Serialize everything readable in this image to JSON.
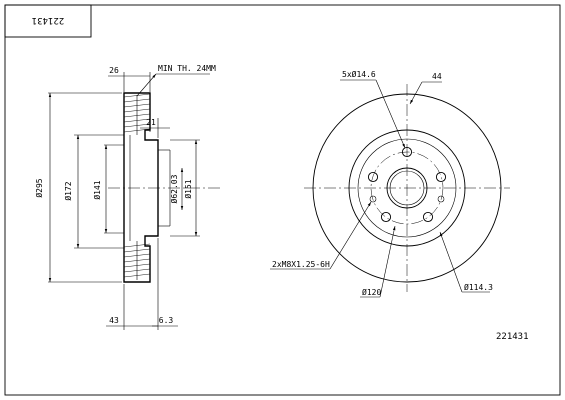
{
  "title_box": {
    "text": "221431"
  },
  "part_number": "221431",
  "side_view": {
    "thickness_label": "26",
    "min_thickness_label": "MIN TH. 24MM",
    "hat_label": "21",
    "dia_outer_label": "Ø295",
    "dia_172_label": "Ø172",
    "dia_141_label": "Ø141",
    "dia_62_label": "Ø62.03",
    "dia_151_label": "Ø151",
    "height_label": "43",
    "hub_label": "6.3"
  },
  "front_view": {
    "bolt_holes_label": "5xØ14.6",
    "vanes_label": "44",
    "thread_label": "2xM8X1.25-6H",
    "pcd_label": "Ø120",
    "hole_dia_label": "Ø114.3"
  }
}
